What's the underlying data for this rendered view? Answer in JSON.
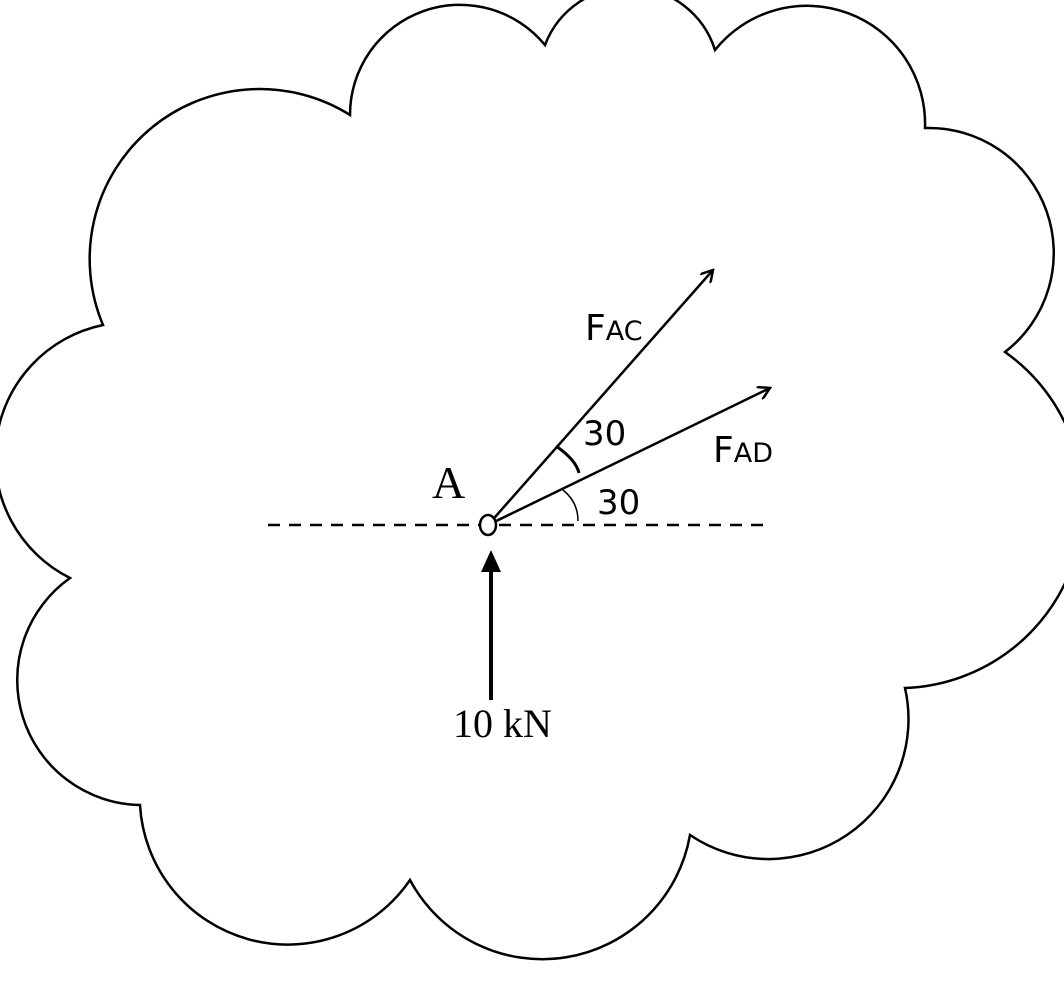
{
  "point_label": "A",
  "load_label": "10 kN",
  "forces": {
    "ac": {
      "main": "F",
      "sub": "AC"
    },
    "ad": {
      "main": "F",
      "sub": "AD"
    }
  },
  "angles": {
    "between_ac_ad": "30",
    "ad_to_horizontal": "30"
  },
  "colors": {
    "stroke": "#000000",
    "background": "#ffffff"
  }
}
